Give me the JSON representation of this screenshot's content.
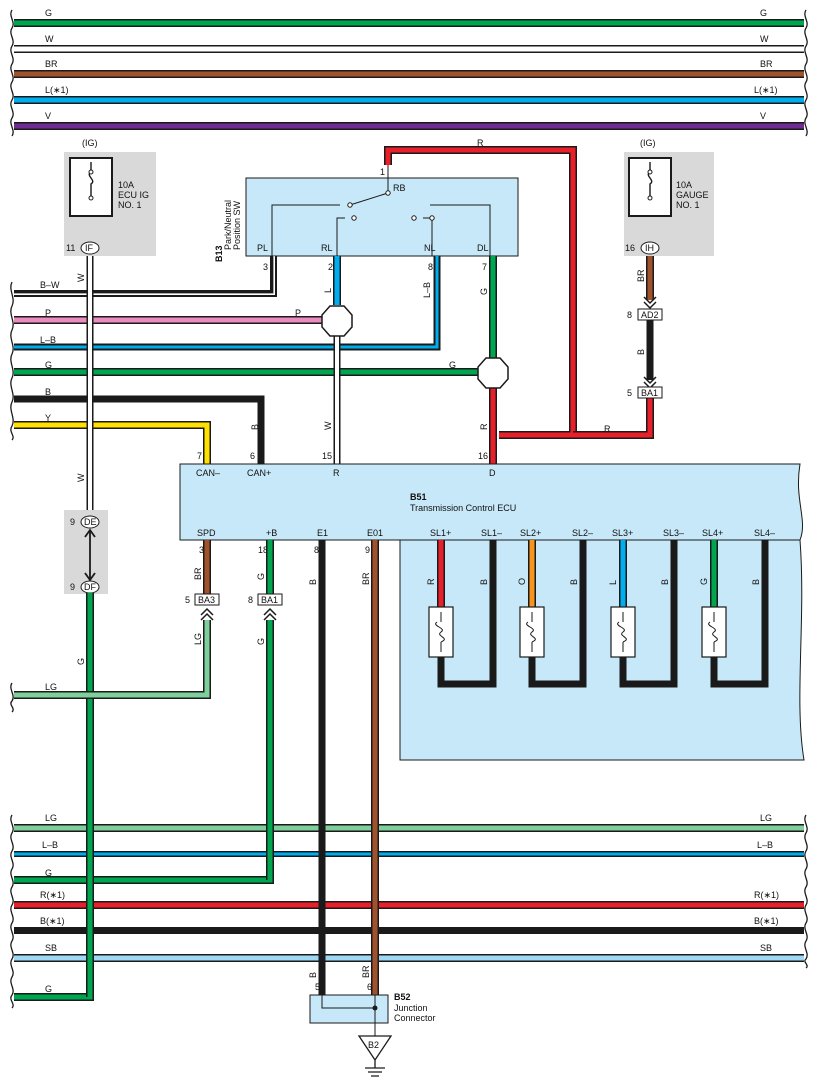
{
  "colors": {
    "G": "#00a550",
    "W": "#ffffff",
    "BR": "#a0522d",
    "L": "#00aeef",
    "V": "#6f2c91",
    "P": "#ec8bc0",
    "B": "#1a1a1a",
    "Y": "#ffe000",
    "R": "#e8202a",
    "O": "#f7941d",
    "LG": "#7fcf9c",
    "SB": "#9fd8f5",
    "component_fill": "#c7e8f8",
    "fuse_box_fill": "#d9d9d9"
  },
  "top_buses": [
    {
      "left": "G",
      "right": "G",
      "color": "G"
    },
    {
      "left": "W",
      "right": "W",
      "color": "W"
    },
    {
      "left": "BR",
      "right": "BR",
      "color": "BR"
    },
    {
      "left": "L(∗1)",
      "right": "L(∗1)",
      "color": "L"
    },
    {
      "left": "V",
      "right": "V",
      "color": "V"
    }
  ],
  "left_wires": [
    {
      "label": "B–W",
      "color": "B"
    },
    {
      "label": "P",
      "color": "P"
    },
    {
      "label": "L–B",
      "color": "L"
    },
    {
      "label": "G",
      "color": "G"
    },
    {
      "label": "B",
      "color": "B"
    },
    {
      "label": "Y",
      "color": "Y"
    }
  ],
  "bottom_buses": [
    {
      "left": "LG",
      "right": "LG",
      "color": "LG"
    },
    {
      "left": "L–B",
      "right": "L–B",
      "color": "L"
    },
    {
      "left": "G",
      "right": "",
      "color": "G"
    },
    {
      "left": "R(∗1)",
      "right": "R(∗1)",
      "color": "R"
    },
    {
      "left": "B(∗1)",
      "right": "B(∗1)",
      "color": "B"
    },
    {
      "left": "SB",
      "right": "SB",
      "color": "SB"
    },
    {
      "left": "G",
      "right": "",
      "color": "G"
    }
  ],
  "fuse_ecu": {
    "supply": "(IG)",
    "rating": "10A",
    "name_line1": "ECU IG",
    "name_line2": "NO. 1",
    "connector": "IF",
    "pin": "11",
    "wire_label": "W"
  },
  "fuse_gauge": {
    "supply": "(IG)",
    "rating": "10A",
    "name_line1": "GAUGE",
    "name_line2": "NO. 1",
    "connector": "IH",
    "pin": "16",
    "wire_label": "BR"
  },
  "switch_b13": {
    "code": "B13",
    "name_line1": "Park/Neutral",
    "name_line2": "Position SW",
    "terminals": {
      "rb": "RB",
      "pl": "PL",
      "rl": "RL",
      "nl": "NL",
      "dl": "DL"
    },
    "pins": {
      "rb": "1",
      "pl": "3",
      "rl": "2",
      "nl": "8",
      "dl": "7"
    },
    "wire_labels": {
      "rl": "L",
      "nl": "L–B",
      "dl": "G",
      "rb": "R",
      "pl_bus": "B–W",
      "p_branch": "P",
      "g_branch": "G"
    }
  },
  "ecu_b51": {
    "code": "B51",
    "name": "Transmission Control ECU",
    "top_terminals": [
      {
        "name": "CAN–",
        "pin": "7",
        "wire": "Y"
      },
      {
        "name": "CAN+",
        "pin": "6",
        "wire": "B"
      },
      {
        "name": "R",
        "pin": "15",
        "wire": "W"
      },
      {
        "name": "D",
        "pin": "16",
        "wire": "R"
      }
    ],
    "bottom_terminals": [
      {
        "name": "SPD",
        "pin": "3",
        "wire": "BR"
      },
      {
        "name": "+B",
        "pin": "18",
        "wire": "G"
      },
      {
        "name": "E1",
        "pin": "8",
        "wire": "B"
      },
      {
        "name": "E01",
        "pin": "9",
        "wire": "BR"
      }
    ],
    "solenoids": [
      {
        "plus": "SL1+",
        "minus": "SL1–",
        "plus_wire": "R",
        "minus_wire": "B"
      },
      {
        "plus": "SL2+",
        "minus": "SL2–",
        "plus_wire": "O",
        "minus_wire": "B"
      },
      {
        "plus": "SL3+",
        "minus": "SL3–",
        "plus_wire": "L",
        "minus_wire": "B"
      },
      {
        "plus": "SL4+",
        "minus": "SL4–",
        "plus_wire": "G",
        "minus_wire": "B"
      }
    ]
  },
  "connectors": {
    "de": {
      "name": "DE",
      "pin": "9"
    },
    "df": {
      "name": "DF",
      "pin": "9"
    },
    "ad2": {
      "name": "AD2",
      "pin": "8"
    },
    "ba1_gauge": {
      "name": "BA1",
      "pin": "5"
    },
    "ba3": {
      "name": "BA3",
      "pin": "5"
    },
    "ba1_plus": {
      "name": "BA1",
      "pin": "8"
    }
  },
  "wire_labels": {
    "gauge_mid": "B",
    "r_right": "R",
    "w_lower": "W",
    "g_lower": "G",
    "lg_vertical": "LG",
    "g_vertical": "G",
    "lg_bus": "LG"
  },
  "junction_b52": {
    "code": "B52",
    "name_line1": "Junction",
    "name_line2": "Connector",
    "pin_left": "5",
    "pin_right": "6",
    "wire_left": "B",
    "wire_right": "BR",
    "ground": "B2"
  }
}
